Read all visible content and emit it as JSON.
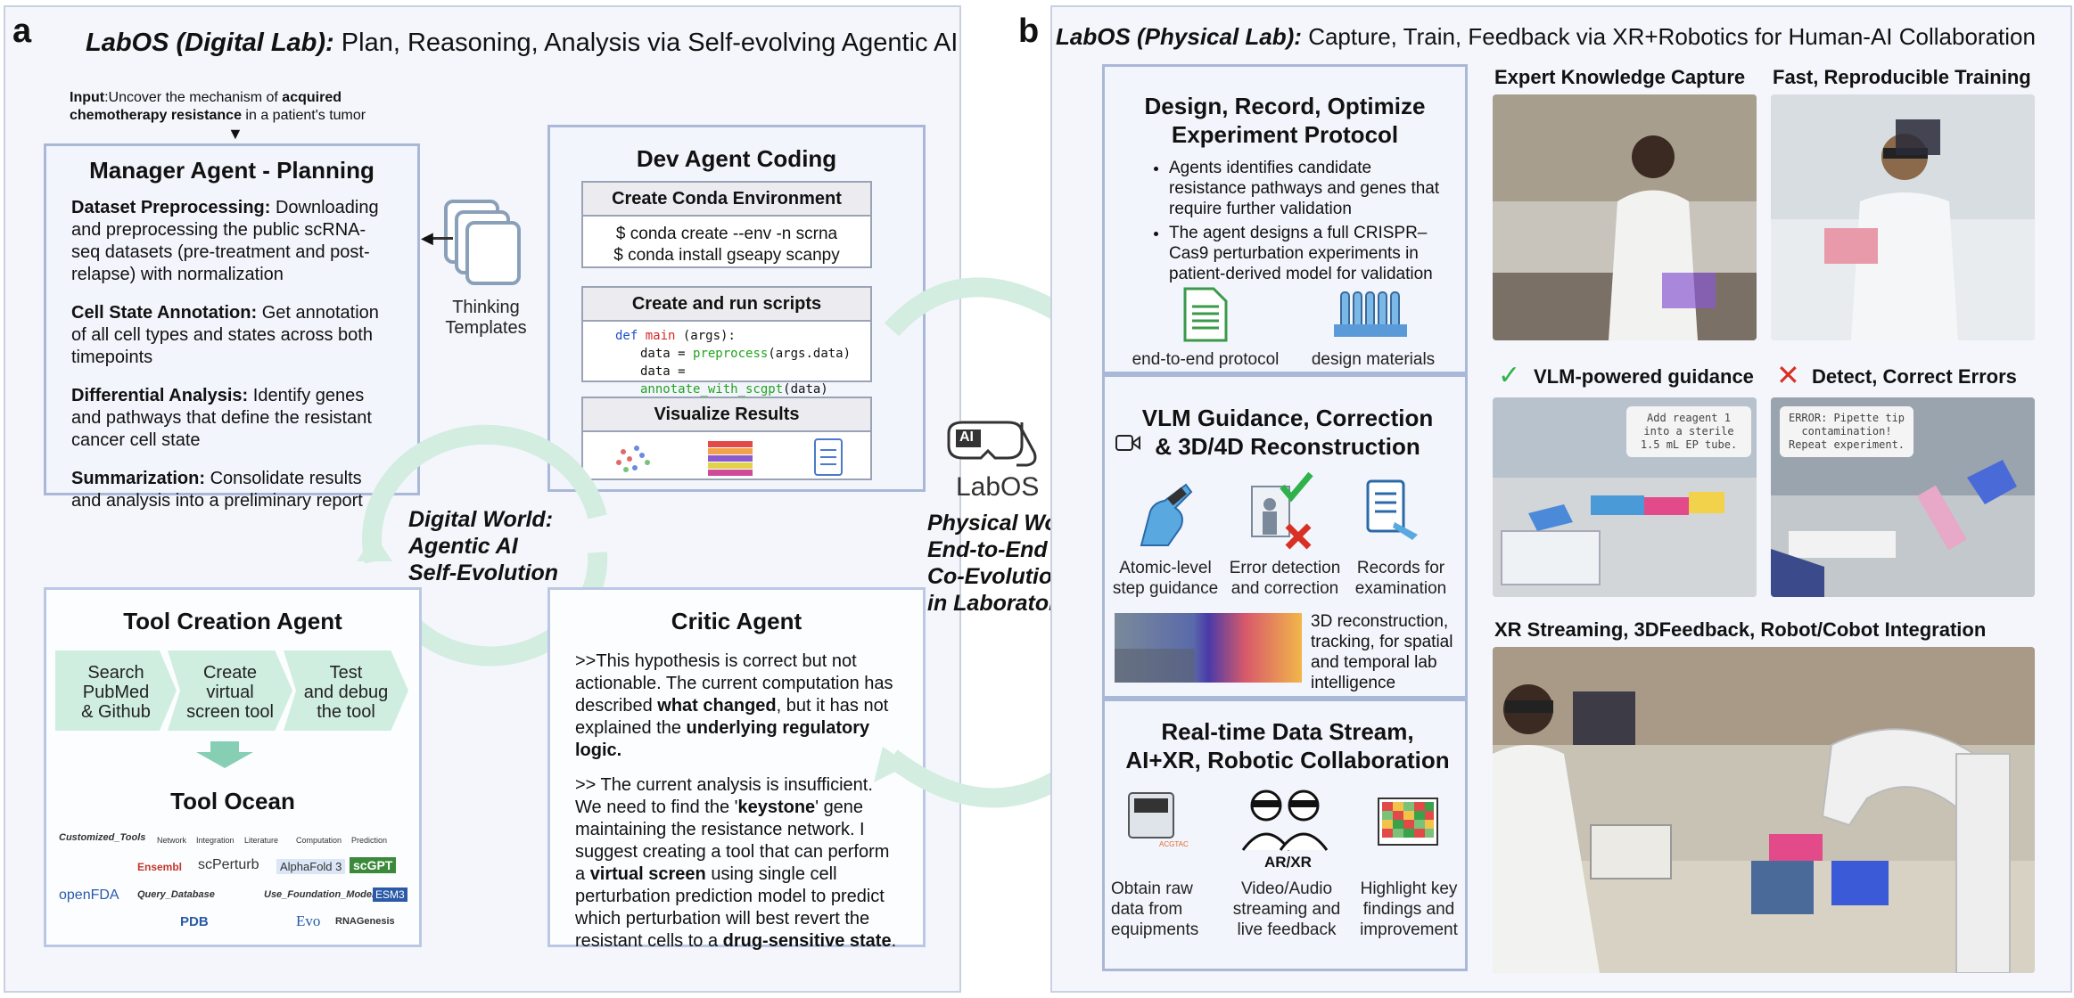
{
  "panel_a": {
    "label": "a",
    "title_italic": "LabOS (Digital Lab):",
    "title_rest": "Plan, Reasoning, Analysis via Self-evolving Agentic AI",
    "input_label": "Input",
    "input_text": ":Uncover the mechanism of ",
    "input_bold1": "acquired",
    "input_bold2": "chemotherapy resistance",
    "input_tail": " in a patient's tumor",
    "manager": {
      "title": "Manager Agent - Planning",
      "items": [
        {
          "head": "Dataset Preprocessing:",
          "body": " Downloading and preprocessing the public scRNA-seq datasets (pre-treatment and post-relapse) with normalization"
        },
        {
          "head": "Cell State Annotation:",
          "body": " Get annotation of all cell types and states across both timepoints"
        },
        {
          "head": "Differential Analysis:",
          "body": " Identify genes and pathways that define the resistant cancer cell state"
        },
        {
          "head": "Summarization:",
          "body": " Consolidate results and analysis into a preliminary report"
        }
      ]
    },
    "templates_label1": "Thinking",
    "templates_label2": "Templates",
    "dev": {
      "title": "Dev Agent Coding",
      "s1_title": "Create Conda Environment",
      "s1_line1": "$ conda create --env -n scrna",
      "s1_line2": "$ conda install gseapy scanpy",
      "s2_title": "Create and run scripts",
      "code_def": "def",
      "code_main": "main",
      "code_args": " (args):",
      "code_l2a": "data = ",
      "code_l2b": "preprocess",
      "code_l2c": "(args.data)",
      "code_l3a": "data = ",
      "code_l3b": "annotate_with_scgpt",
      "code_l3c": "(data)",
      "s3_title": "Visualize Results"
    },
    "cycle_text1": "Digital World:",
    "cycle_text2": "Agentic AI",
    "cycle_text3": "Self-Evolution",
    "tool_creation": {
      "title": "Tool Creation Agent",
      "steps": [
        "Search\nPubMed\n& Github",
        "Create\nvirtual\nscreen tool",
        "Test\nand debug\nthe tool"
      ],
      "ocean_title": "Tool Ocean",
      "tools_row1": [
        "Customized_Tools",
        "Network",
        "Integration",
        "Literature",
        "Computation",
        "Prediction"
      ],
      "tools_row2": [
        "Ensembl",
        "scPerturb",
        "AlphaFold 3",
        "scGPT"
      ],
      "tools_row3": [
        "openFDA",
        "Query_Database",
        "Use_Foundation_Model",
        "ESM3"
      ],
      "tools_row4": [
        "PDB",
        "Evo",
        "RNAGenesis"
      ]
    },
    "critic": {
      "title": "Critic Agent",
      "p1a": ">>This hypothesis is correct but not actionable. The current computation has described ",
      "p1b": "what changed",
      "p1c": ", but it has not explained the ",
      "p1d": "underlying regulatory logic.",
      "p2a": ">> The current analysis is insufficient. We need to find the '",
      "p2b": "keystone",
      "p2c": "' gene maintaining the resistance network. I suggest creating a tool that can perform a ",
      "p2d": "virtual screen",
      "p2e": " using single cell perturbation prediction model to predict which perturbation will best revert the resistant cells to a ",
      "p2f": "drug-sensitive state",
      "p2g": "."
    }
  },
  "center": {
    "logo_ai": "AI",
    "logo_text": "LabOS",
    "phys1": "Physical World:",
    "phys2": "End-to-End",
    "phys3": "Co-Evolution",
    "phys4": "in Laboratory"
  },
  "panel_b": {
    "label": "b",
    "title_italic": "LabOS (Physical Lab):",
    "title_rest": "Capture, Train, Feedback via XR+Robotics for Human-AI Collaboration",
    "design": {
      "title1": "Design, Record, Optimize",
      "title2": "Experiment Protocol",
      "bullets": [
        "Agents identifies candidate resistance pathways and genes that require further validation",
        "The agent designs a full CRISPR–Cas9 perturbation experiments in patient-derived model for validation"
      ],
      "icon1_label": "end-to-end protocol",
      "icon2_label": "design materials"
    },
    "vlm": {
      "title1": "VLM Guidance, Correction",
      "title2": "& 3D/4D Reconstruction",
      "items": [
        "Atomic-level\nstep guidance",
        "Error detection\nand correction",
        "Records for\nexamination"
      ],
      "recon_text": "3D reconstruction, tracking, for spatial and temporal lab intelligence"
    },
    "realtime": {
      "title1": "Real-time Data Stream,",
      "title2": "AI+XR, Robotic Collaboration",
      "arxr": "AR/XR",
      "items": [
        "Obtain raw\ndata from\nequipments",
        "Video/Audio\nstreaming and\nlive feedback",
        "Highlight key\nfindings and\nimprovement"
      ]
    },
    "photos": {
      "h1": "Expert Knowledge Capture",
      "h2": "Fast, Reproducible Training",
      "h3": "VLM-powered guidance",
      "h4": "Detect, Correct Errors",
      "h5": "XR Streaming, 3DFeedback, Robot/Cobot Integration",
      "bubble1": "Add reagent 1 into a sterile 1.5 mL EP tube.",
      "bubble2": "ERROR: Pipette tip contamination! Repeat experiment."
    }
  },
  "colors": {
    "accent_green": "#2fb24a",
    "error_red": "#d93025",
    "arrow_teal": "#cfeee0",
    "box_border": "#aab8d8"
  }
}
